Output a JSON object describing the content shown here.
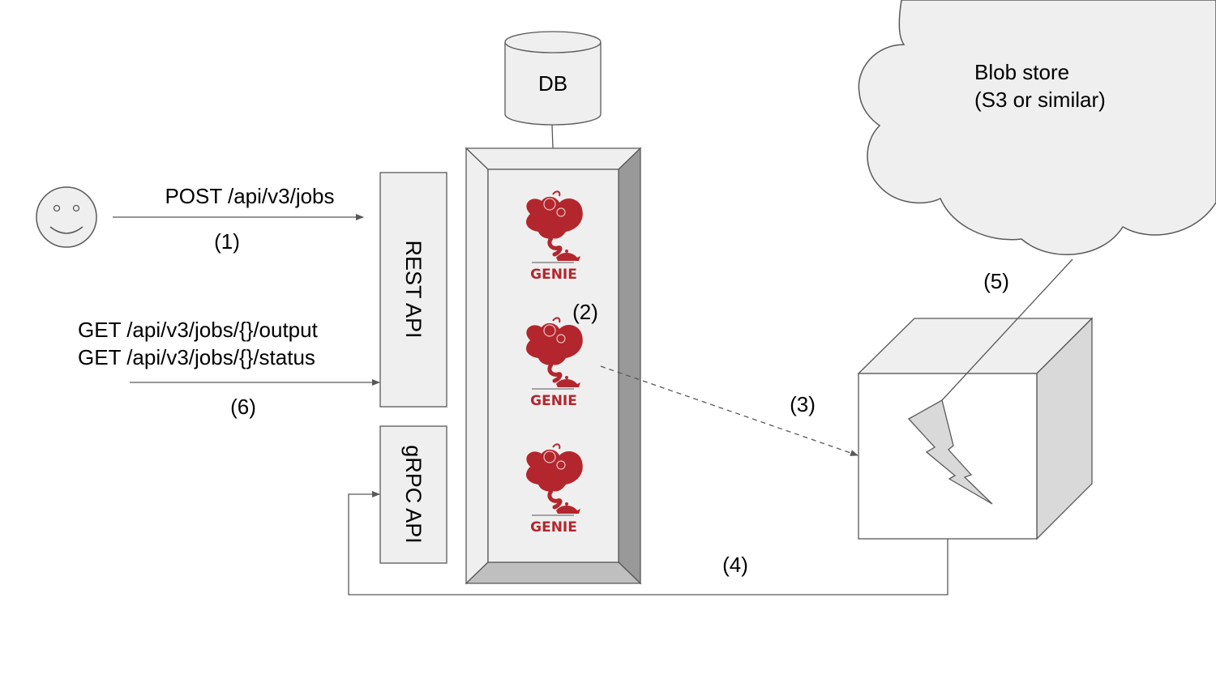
{
  "colors": {
    "stroke": "#595959",
    "fill_light": "#efefef",
    "fill_mid": "#d9d9d9",
    "fill_dark": "#999999",
    "genie_red": "#b3262d",
    "cloud_fill": "#efefef"
  },
  "user": {
    "icon": "smiley-face-icon"
  },
  "arrows": {
    "post": {
      "text": "POST /api/v3/jobs",
      "step": "(1)"
    },
    "get": {
      "line1": "GET /api/v3/jobs/{}/output",
      "line2": "GET /api/v3/jobs/{}/status",
      "step": "(6)"
    },
    "server_to_agent": {
      "step": "(3)"
    },
    "agent_to_grpc": {
      "step": "(4)"
    },
    "agent_to_blob": {
      "step": "(5)"
    }
  },
  "apis": {
    "rest": "REST API",
    "grpc": "gRPC API"
  },
  "db": {
    "label": "DB"
  },
  "server": {
    "step": "(2)",
    "instances": [
      {
        "logo": "genie-logo-icon",
        "text": "GENIE"
      },
      {
        "logo": "genie-logo-icon",
        "text": "GENIE"
      },
      {
        "logo": "genie-logo-icon",
        "text": "GENIE"
      }
    ]
  },
  "blob_store": {
    "line1": "Blob store",
    "line2": "(S3 or similar)"
  },
  "agent": {
    "icon": "lightning-bolt-icon"
  }
}
